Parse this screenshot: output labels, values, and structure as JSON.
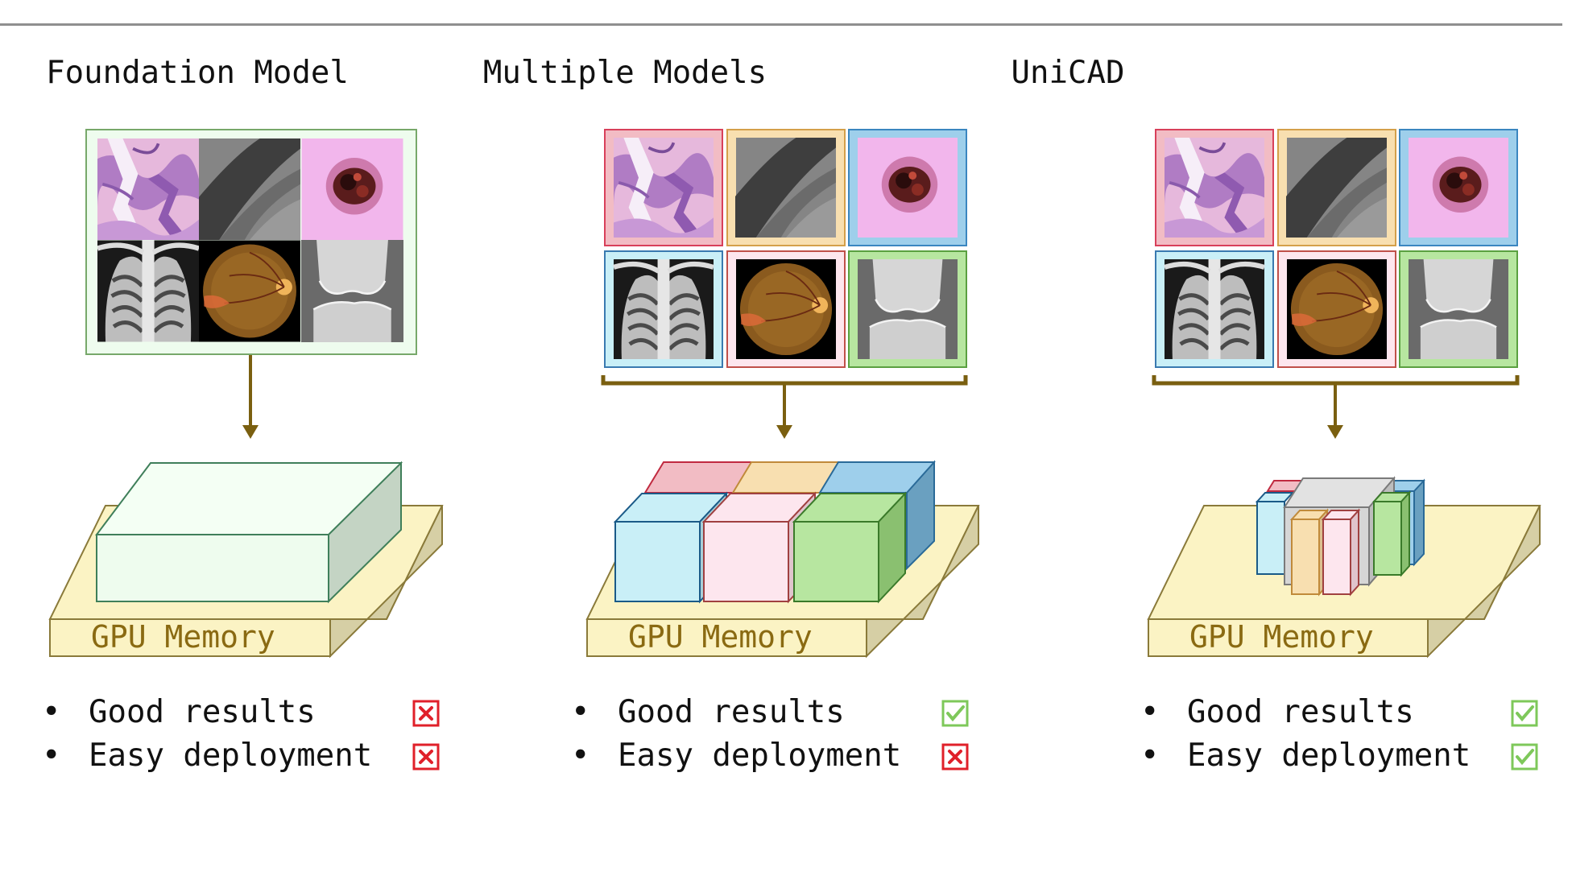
{
  "panels": [
    {
      "title": "Foundation Model",
      "memory_label": "GPU Memory",
      "checks": [
        {
          "label": "Good results",
          "status": "fail"
        },
        {
          "label": "Easy deployment",
          "status": "fail"
        }
      ]
    },
    {
      "title": "Multiple Models",
      "memory_label": "GPU Memory",
      "checks": [
        {
          "label": "Good results",
          "status": "pass"
        },
        {
          "label": "Easy deployment",
          "status": "fail"
        }
      ]
    },
    {
      "title": "UniCAD",
      "memory_label": "GPU Memory",
      "checks": [
        {
          "label": "Good results",
          "status": "pass"
        },
        {
          "label": "Easy deployment",
          "status": "pass"
        }
      ]
    }
  ],
  "bullet_glyph": "•",
  "colors": {
    "arrow": "#7a5f10",
    "memory_fill": "#fbf3c4",
    "memory_side": "#d6cfa5",
    "memory_text": "#8a6a12",
    "fail": "#e0202a",
    "pass": "#7ec85a",
    "pathology": "#f2bcc4",
    "retinal_layers": "#f8dfb0",
    "dermoscopy": "#9ecfeb",
    "chest_xray": "#c9eff7",
    "fundus": "#fde6ee",
    "knee_xray": "#b7e6a0",
    "foundation": "#eefcee"
  },
  "image_tiles": [
    "pathology",
    "retinal-layers",
    "dermoscopy",
    "chest-xray",
    "fundus",
    "knee-xray"
  ]
}
